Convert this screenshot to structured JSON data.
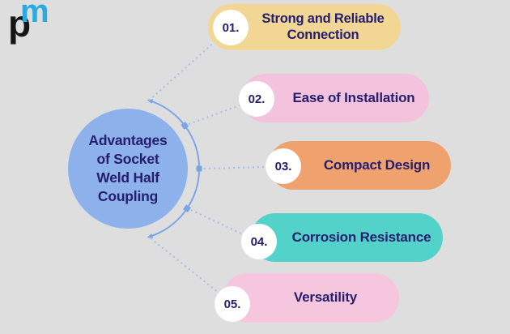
{
  "page": {
    "background": "#dedede"
  },
  "logo": {
    "black_letter": "p",
    "blue_letter": "m",
    "black_color": "#161616",
    "blue_color": "#29aae1"
  },
  "center": {
    "title": "Advantages of Socket Weld Half Coupling",
    "fill": "#8db1ea",
    "text_color": "#251d6e"
  },
  "connector": {
    "arc_color": "#79a5e8",
    "dotted_color": "#a3bfe9"
  },
  "items": [
    {
      "number": "01.",
      "label": "Strong and Reliable Connection",
      "fill": "#f2d693"
    },
    {
      "number": "02.",
      "label": "Ease of Installation",
      "fill": "#f3c2dc"
    },
    {
      "number": "03.",
      "label": "Compact Design",
      "fill": "#f0a26e"
    },
    {
      "number": "04.",
      "label": "Corrosion Resistance",
      "fill": "#52d2c9"
    },
    {
      "number": "05.",
      "label": "Versatility",
      "fill": "#f6c6de"
    }
  ]
}
